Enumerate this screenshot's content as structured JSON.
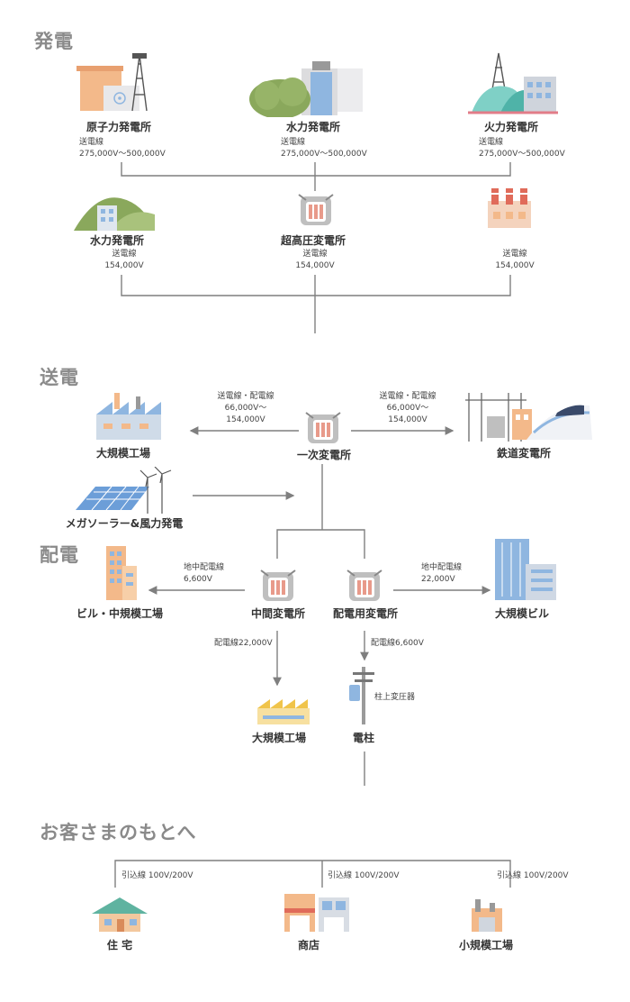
{
  "sections": {
    "generation": "発電",
    "transmission": "送電",
    "distribution": "配電",
    "customers": "お客さまのもとへ"
  },
  "generation": {
    "nuclear": {
      "name": "原子力発電所",
      "spec1": "送電線",
      "spec2": "275,000V〜500,000V"
    },
    "hydro_large": {
      "name": "水力発電所",
      "spec1": "送電線",
      "spec2": "275,000V〜500,000V"
    },
    "thermal": {
      "name": "火力発電所",
      "spec1": "送電線",
      "spec2": "275,000V〜500,000V"
    },
    "hydro_small": {
      "name": "水力発電所",
      "spec1": "送電線",
      "spec2": "154,000V"
    },
    "ultra_substation": {
      "name": "超高圧変電所",
      "spec1": "送電線",
      "spec2": "154,000V"
    },
    "factory_plant": {
      "spec1": "送電線",
      "spec2": "154,000V"
    }
  },
  "transmission": {
    "primary_substation": "一次変電所",
    "left_spec": [
      "送電線・配電線",
      "66,000V〜",
      "154,000V"
    ],
    "right_spec": [
      "送電線・配電線",
      "66,000V〜",
      "154,000V"
    ],
    "large_factory": "大規模工場",
    "railway_substation": "鉄道変電所",
    "mega_solar": "メガソーラー&風力発電"
  },
  "distribution": {
    "intermediate_substation": "中間変電所",
    "distribution_substation": "配電用変電所",
    "left_spec": [
      "地中配電線",
      "6,600V"
    ],
    "right_spec": [
      "地中配電線",
      "22,000V"
    ],
    "building_mid": "ビル・中規模工場",
    "large_building": "大規模ビル",
    "down_left_spec": "配電線22,000V",
    "down_right_spec": "配電線6,600V",
    "large_factory2": "大規模工場",
    "pole": "電柱",
    "pole_transformer": "柱上変圧器"
  },
  "customers": {
    "house": "住 宅",
    "shop": "商店",
    "small_factory": "小規模工場",
    "drop_spec": "引込線 100V/200V"
  },
  "colors": {
    "line": "#7f7f7f",
    "section": "#8a8a8a",
    "transformer_coil": "#e89a8a",
    "building_orange": "#f3b98a",
    "building_blue": "#8fb6e0",
    "hill_green": "#8aa85c"
  }
}
